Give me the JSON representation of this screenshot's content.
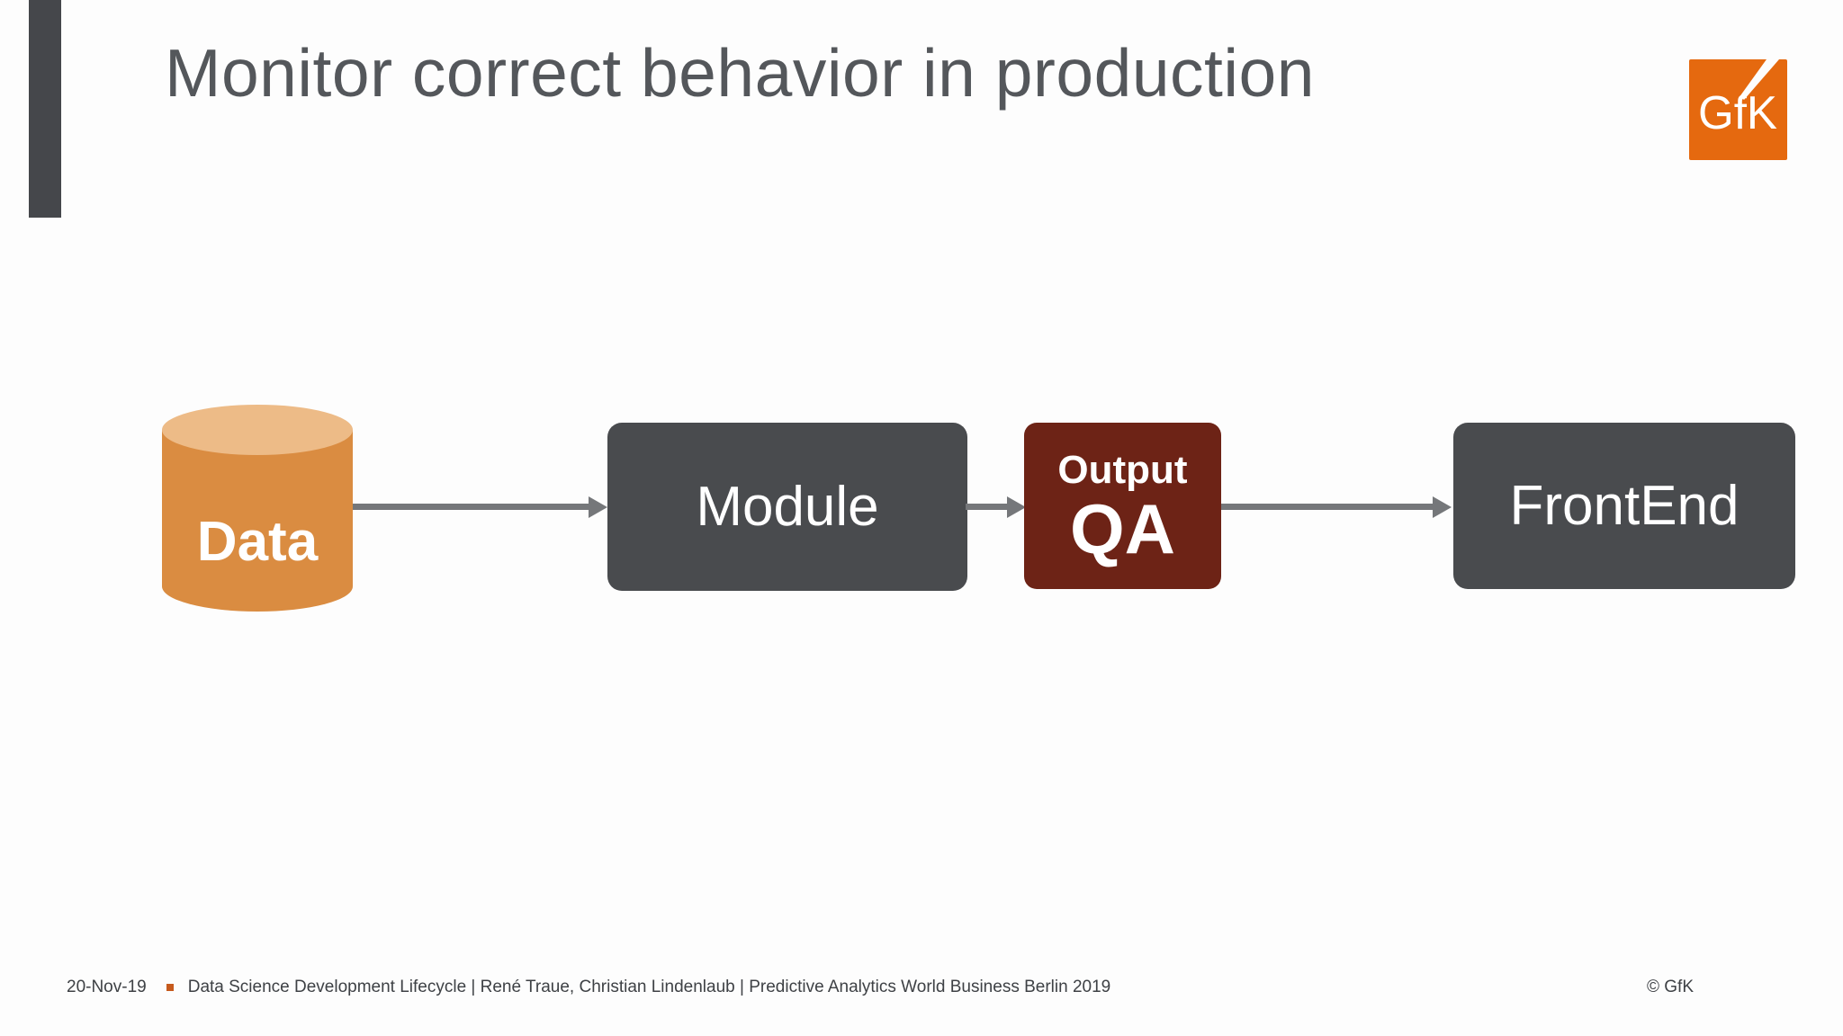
{
  "slide": {
    "title": "Monitor correct behavior in production",
    "logo": {
      "text": "GfK"
    },
    "footer": {
      "date": "20-Nov-19",
      "description": "Data Science Development Lifecycle | René Traue, Christian Lindenlaub | Predictive Analytics World Business Berlin 2019",
      "copyright": "© GfK"
    },
    "colors": {
      "brand_orange": "#E5690F",
      "accent_bar": "#45474B",
      "node_dark": "#494B4E",
      "node_maroon": "#6D2316",
      "cylinder_body": "#DA8C41",
      "cylinder_top": "#EDBB87",
      "arrow_gray": "#75777A",
      "footer_bullet": "#C65A1D",
      "title_gray": "#54575B"
    }
  },
  "diagram": {
    "data_label": "Data",
    "module_label": "Module",
    "output_qa_line1": "Output",
    "output_qa_line2": "QA",
    "frontend_label": "FrontEnd"
  }
}
